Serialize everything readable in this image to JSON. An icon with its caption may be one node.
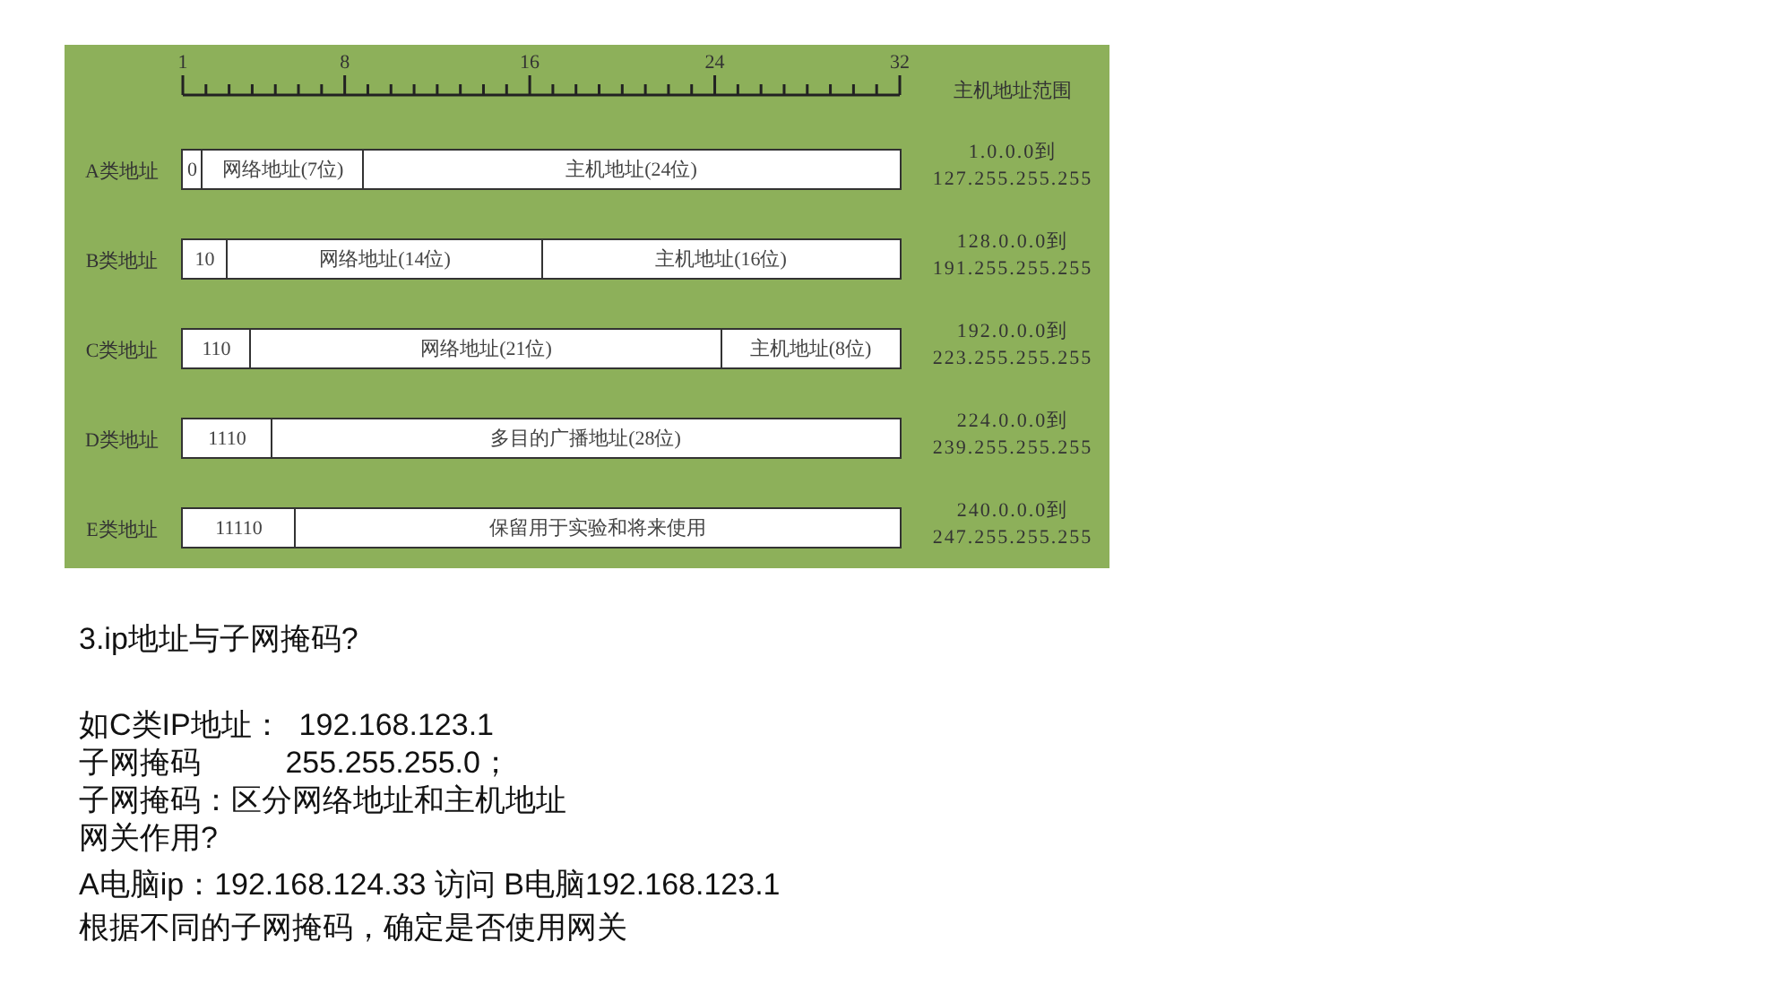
{
  "diagram": {
    "nodes": [
      {
        "text": [
          "0"
        ]
      },
      {
        "text": [
          "网络地址(7位)"
        ]
      },
      {
        "text": [
          "主机地址(24位)"
        ]
      },
      {
        "text": [
          "10"
        ]
      },
      {
        "text": [
          "网络地址(14位)"
        ]
      },
      {
        "text": [
          "主机地址(16位)"
        ]
      },
      {
        "text": [
          "110"
        ]
      },
      {
        "text": [
          "网络地址(21位)"
        ]
      },
      {
        "text": [
          "主机地址(8位)"
        ]
      },
      {
        "text": [
          "1110"
        ]
      },
      {
        "text": [
          "多目的广播地址(28位)"
        ]
      },
      {
        "text": [
          "11110"
        ]
      },
      {
        "text": [
          "保留用于实验和将来使用"
        ]
      }
    ],
    "labels": [
      "1",
      "8",
      "16",
      "24",
      "32",
      "主机地址范围",
      "A类地址",
      "1.0.0.0到 127.255.255.255",
      "B类地址",
      "128.0.0.0到 191.255.255.255",
      "C类地址",
      "192.0.0.0到 223.255.255.255",
      "D类地址",
      "224.0.0.0到 239.255.255.255",
      "E类地址",
      "240.0.0.0到 247.255.255.255",
      "3.ip地址与子网掩码?",
      "如C类IP地址：  192.168.123.1",
      "子网掩码          255.255.255.0；",
      "子网掩码：区分网络地址和主机地址",
      "网关作用?",
      "A电脑ip：192.168.124.33 访问 B电脑192.168.123.1",
      "根据不同的子网掩码，确定是否使用网关"
    ]
  }
}
